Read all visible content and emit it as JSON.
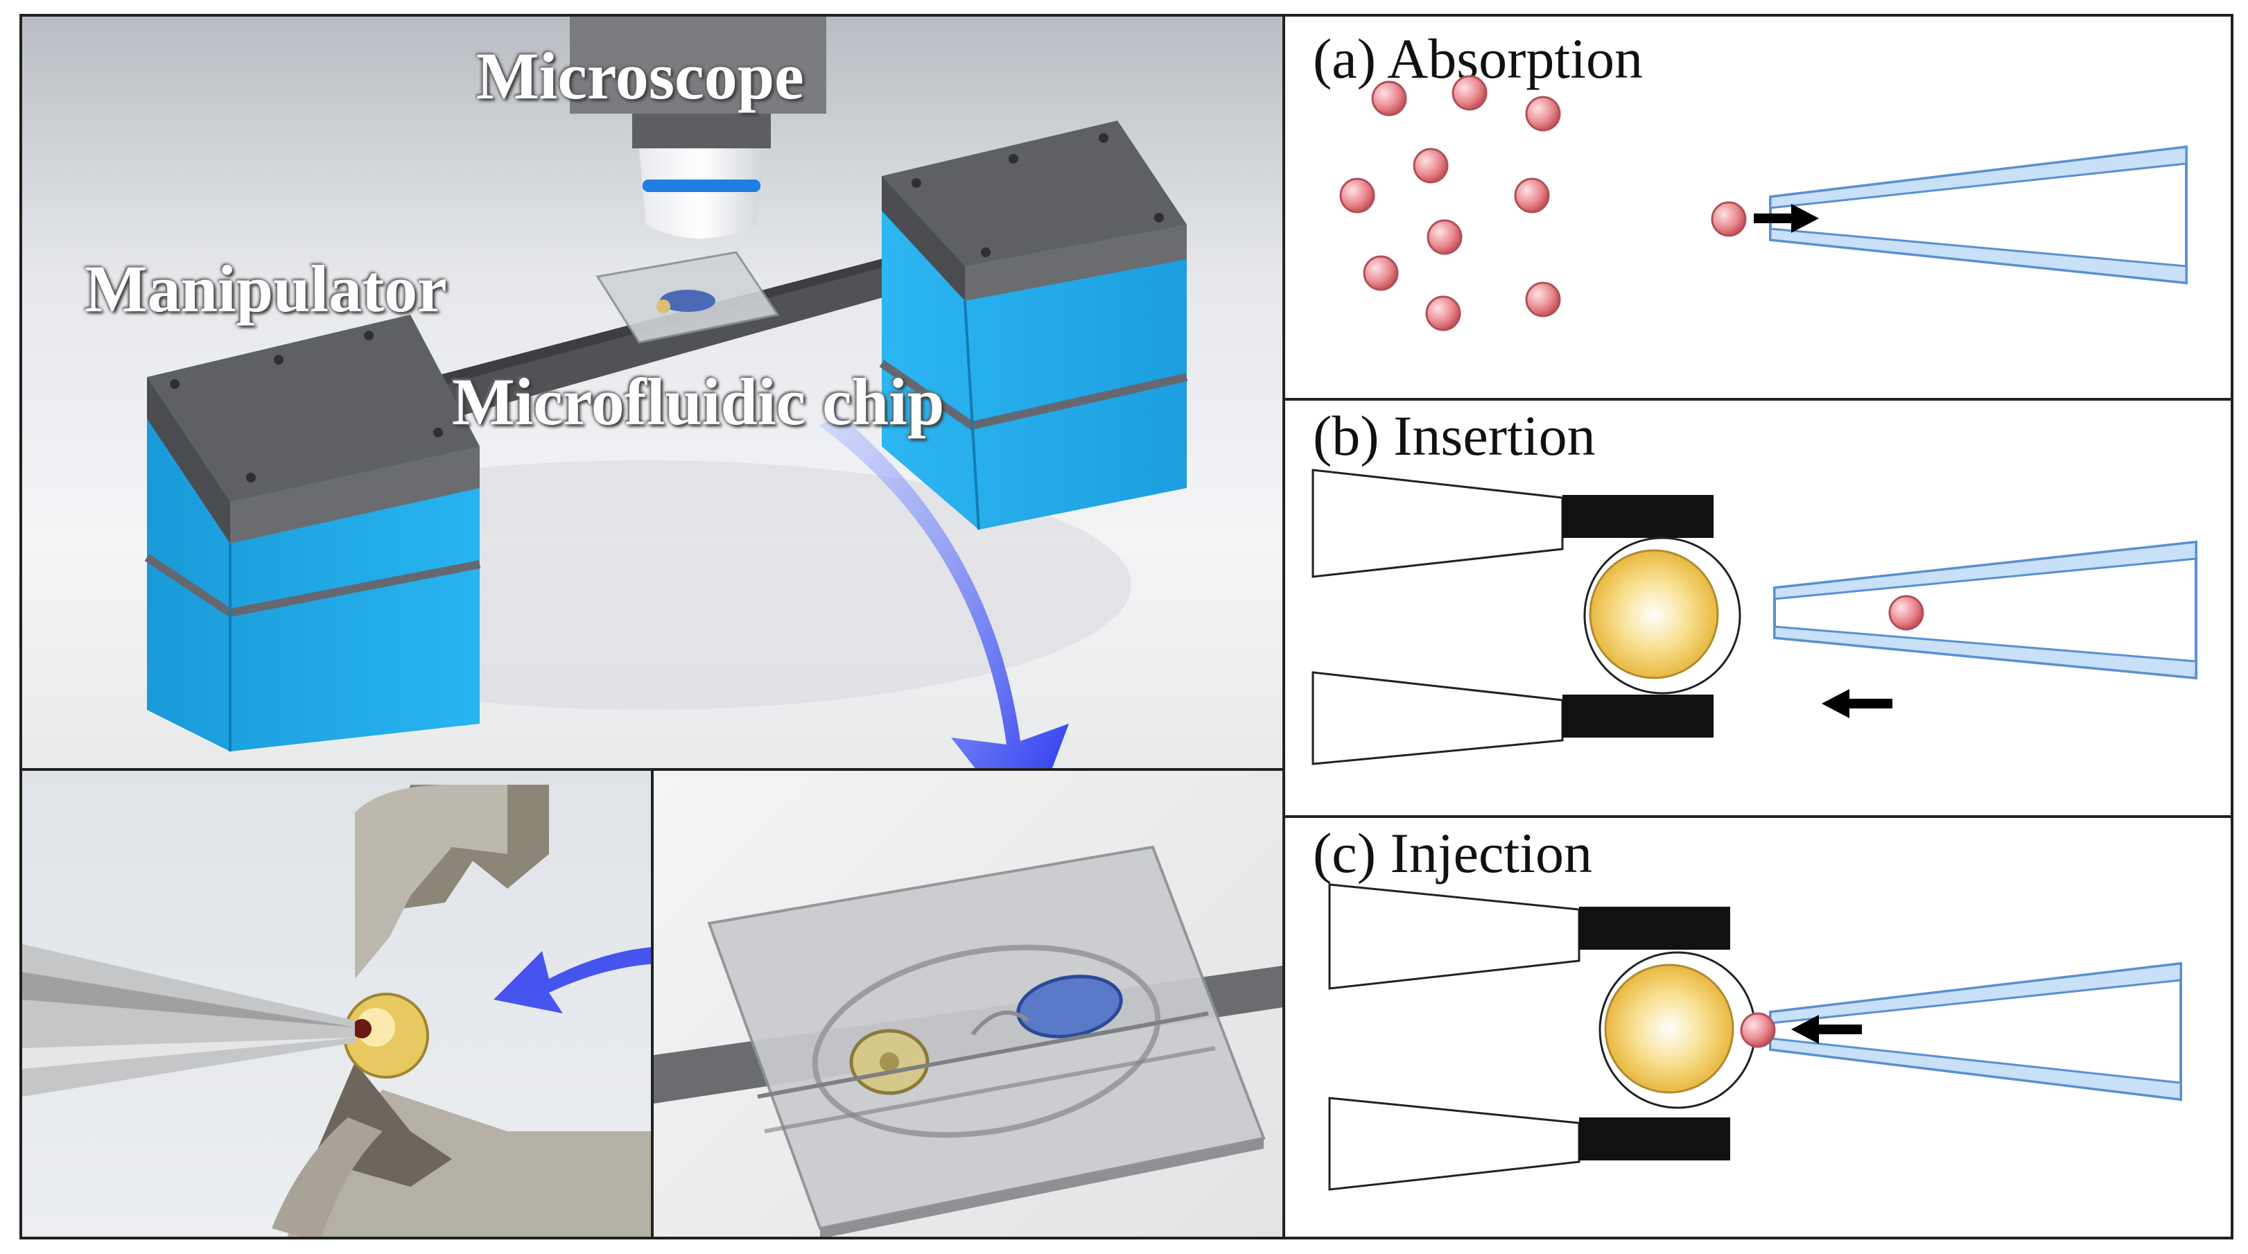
{
  "labels": {
    "microscope": "Microscope",
    "manipulator": "Manipulator",
    "chip": "Microfluidic chip"
  },
  "panels": {
    "a": "(a) Absorption",
    "b": "(b) Insertion",
    "c": "(c) Injection"
  },
  "colors": {
    "cube_blue": "#1ea8e8",
    "cube_top": "#5a5b5e",
    "arrow_blue": "#2a3af0",
    "pipette_fill": "#c8e0f8",
    "pipette_edge": "#5b8fd0",
    "particle": "#e8848c",
    "cell_yolk": "#f0c850"
  },
  "icons": {
    "arrow_right": "arrow-right-icon",
    "arrow_left": "arrow-left-icon"
  }
}
